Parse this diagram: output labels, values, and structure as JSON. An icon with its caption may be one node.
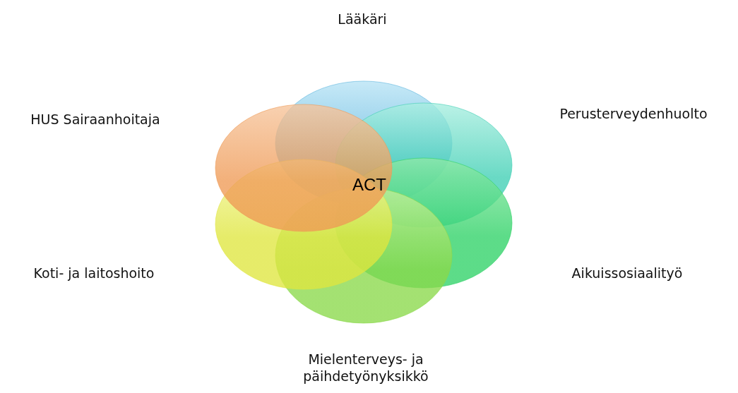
{
  "diagram": {
    "nodes": [
      {
        "text": [],
        "shape": "ellipse"
      },
      {
        "text": [],
        "shape": "ellipse"
      },
      {
        "text": [],
        "shape": "ellipse"
      },
      {
        "text": [],
        "shape": "ellipse"
      },
      {
        "text": [],
        "shape": "ellipse"
      },
      {
        "text": [],
        "shape": "ellipse"
      }
    ],
    "labels": [
      "Lääkäri",
      "HUS Sairaanhoitaja",
      "Perusterveydenhuolto",
      "ACT",
      "Koti- ja laitoshoito",
      "Aikuissosiaalityö",
      "Mielenterveys- ja päihdetyönyksikkö"
    ]
  }
}
